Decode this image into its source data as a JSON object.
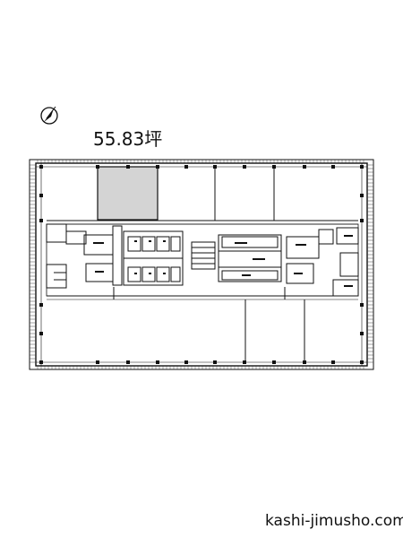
{
  "floor": {
    "area_label": "55.83坪",
    "highlighted_unit": "rented-section",
    "highlight_color": "#d4d4d4"
  },
  "compass": {
    "icon": "north-arrow-icon"
  },
  "footer": {
    "site": "kashi-jimusho.com"
  }
}
